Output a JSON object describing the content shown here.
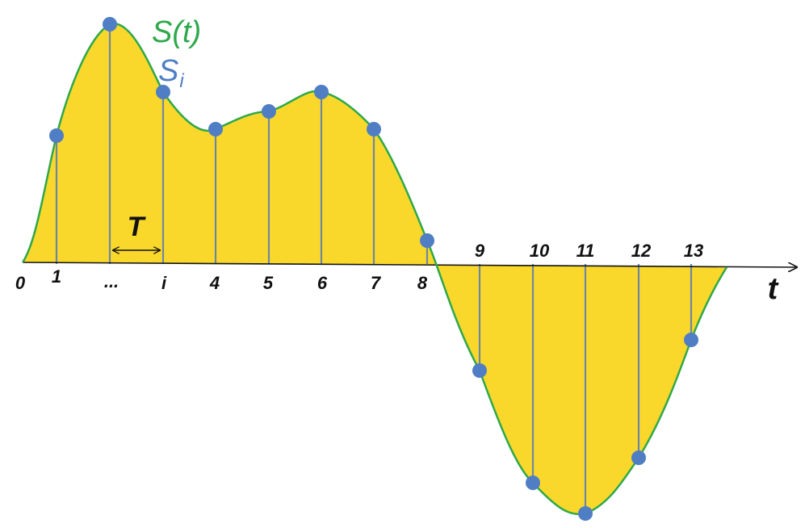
{
  "labels": {
    "signal": "S(t)",
    "sample_base": "S",
    "sample_sub": "i",
    "axis_variable": "t",
    "period": "T"
  },
  "tick_labels": [
    "0",
    "1",
    "...",
    "i",
    "4",
    "5",
    "6",
    "7",
    "8",
    "9",
    "10",
    "11",
    "12",
    "13"
  ],
  "colors": {
    "fill": "#F9D82B",
    "curve": "#2EA84A",
    "sample_point": "#4F7EC4",
    "sample_line": "#6E87A0",
    "axis": "#111111",
    "signal_label": "#2EA84A",
    "sample_label": "#4F7EC4"
  }
}
